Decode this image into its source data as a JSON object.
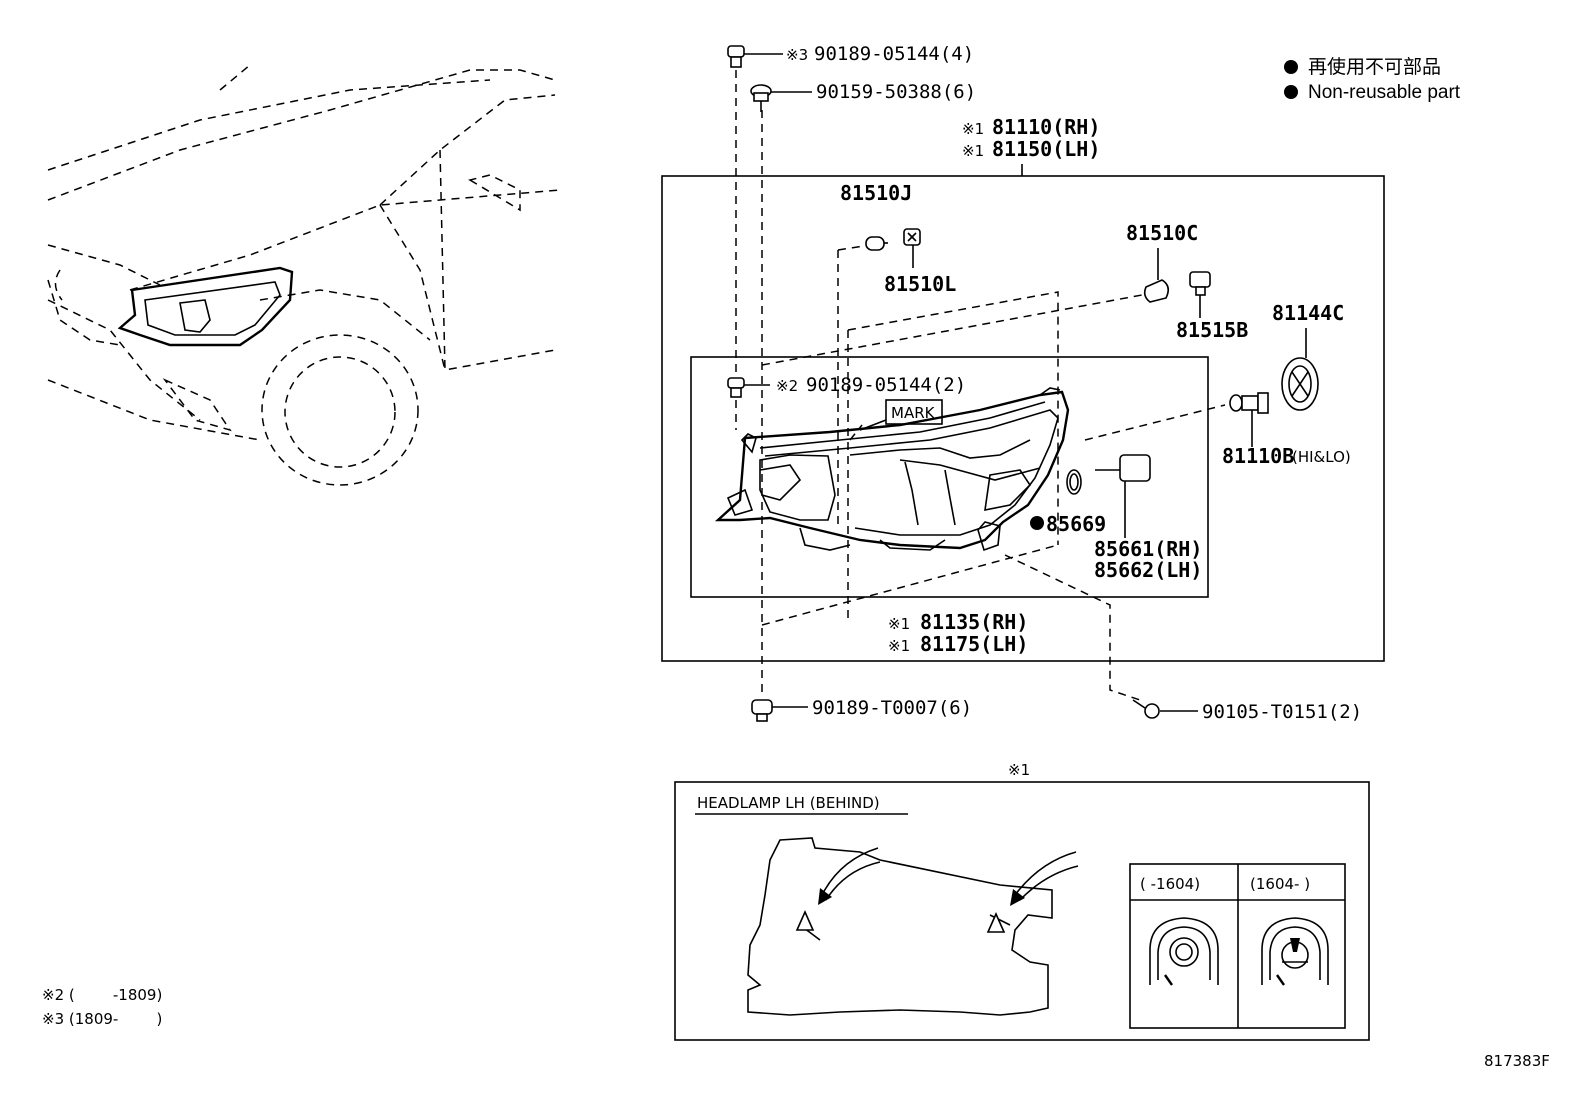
{
  "legend": {
    "items": [
      {
        "text": "再使用不可部品"
      },
      {
        "text": "Non-reusable part"
      }
    ]
  },
  "parts": {
    "screw_top": "90189-05144(4)",
    "screw_top_note": "※3",
    "bolt_top": "90159-50388(6)",
    "assy_rh": "81110(RH)",
    "assy_lh": "81150(LH)",
    "assy_note": "※1",
    "bulb_j": "81510J",
    "socket_l": "81510L",
    "bulb_c": "81510C",
    "socket_b": "81515B",
    "cover": "81144C",
    "screw_mid": "90189-05144(2)",
    "screw_mid_note": "※2",
    "mark": "MARK",
    "bulb_hilo": "81110B",
    "bulb_hilo_suffix": "(HI&LO)",
    "oring": "85669",
    "motor_rh": "85661(RH)",
    "motor_lh": "85662(LH)",
    "unit_rh": "81135(RH)",
    "unit_lh": "81175(LH)",
    "unit_note": "※1",
    "clip_bottom": "90189-T0007(6)",
    "bolt_bottom": "90105-T0151(2)"
  },
  "detail": {
    "ref": "※1",
    "title": "HEADLAMP LH (BEHIND)",
    "col1": "(  -1604)",
    "col2": "(1604-  )"
  },
  "notes": {
    "n2": "※2 (        -1809)",
    "n3": "※3 (1809-        )"
  },
  "figure_id": "817383F"
}
